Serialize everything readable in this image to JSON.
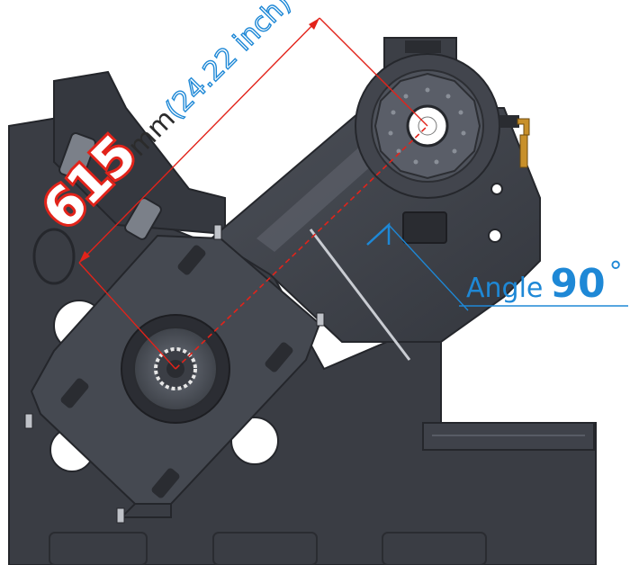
{
  "dimension": {
    "value": "615",
    "unit": "mm",
    "imperial": "(24.22 inch)"
  },
  "angle": {
    "label": "Angle",
    "value": "90",
    "symbol": "°"
  },
  "colors": {
    "dimension_accent": "#e2231a",
    "angle_accent": "#1e88d6",
    "machine_body": "#3a3d44",
    "machine_dark": "#2b2d33",
    "machine_light": "#5b606a"
  }
}
